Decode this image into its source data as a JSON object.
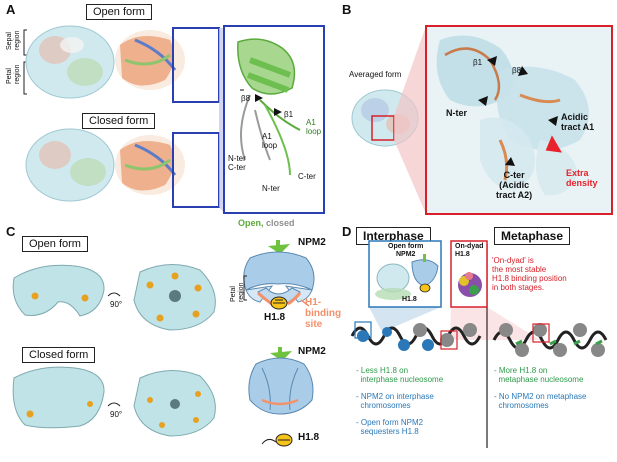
{
  "panels": {
    "A": {
      "letter": "A",
      "open_form": "Open form",
      "closed_form": "Closed form",
      "region_sepal": "Sepal\nregion",
      "region_petal": "Petal\nregion",
      "zoom_labels": {
        "beta8": "β8",
        "beta1": "β1",
        "a1_loop_right": "A1\nloop",
        "a1_loop_center": "A1\nloop",
        "nter_cter": "N-ter\nC-ter",
        "cter": "C-ter",
        "nter": "N-ter"
      },
      "legend_open": "Open",
      "legend_comma": ", ",
      "legend_closed": "closed",
      "colors": {
        "open": "#5aaa3c",
        "closed": "#8f8f8f",
        "frame": "#2a3fb0"
      }
    },
    "B": {
      "letter": "B",
      "averaged_form": "Averaged form",
      "labels": {
        "beta1": "β1",
        "beta8": "β8",
        "nter": "N-ter",
        "acidic_a1": "Acidic\ntract A1",
        "cter": "C-ter\n(Acidic\ntract A2)",
        "extra_density": "Extra\ndensity"
      },
      "colors": {
        "frame": "#d8202a",
        "extra": "#e8232b"
      }
    },
    "C": {
      "letter": "C",
      "open_form": "Open form",
      "closed_form": "Closed form",
      "rotation": "90°",
      "npm2": "NPM2",
      "petal_region": "Petal\nregion",
      "h18": "H1.8",
      "binding_site": "H1-\nbinding\nsite",
      "colors": {
        "surface": "#bfe3e6",
        "orange": "#e8a020",
        "stalk": "#6ec23d",
        "site": "#f3916a"
      }
    },
    "D": {
      "letter": "D",
      "interphase": "Interphase",
      "metaphase": "Metaphase",
      "inset_open_form": "Open form\nNPM2",
      "inset_h18": "H1.8",
      "ondyad": "On-dyad\nH1.8",
      "ondyad_note": "'On-dyad' is\nthe most stable\nH1.8 binding position\nin both stages.",
      "interphase_points": [
        "- Less H1.8 on\n  interphase nucleosome",
        "- NPM2 on interphase\n  chromosomes",
        "- Open form NPM2\n  sequesters H1.8"
      ],
      "metaphase_points": [
        "- More H1.8 on\n  metaphase nucleosome",
        "- No NPM2 on metaphase\n  chromosomes"
      ],
      "colors": {
        "green": "#2e9a4a",
        "blue": "#2a78b8",
        "red": "#d8202a"
      }
    }
  }
}
